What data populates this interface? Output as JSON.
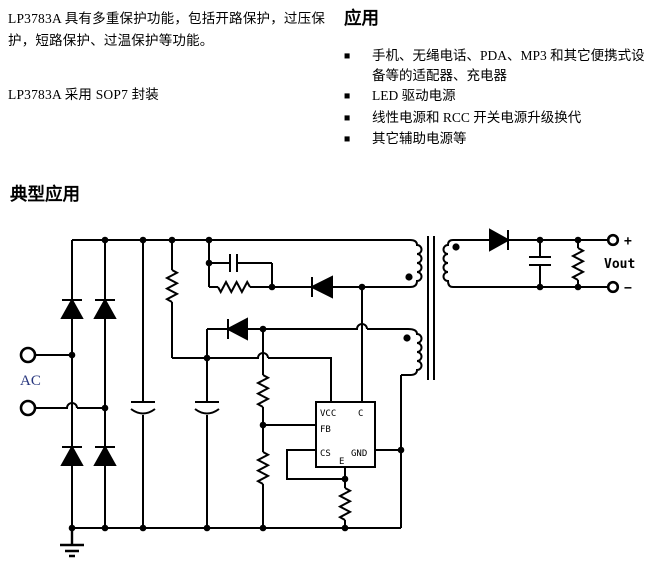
{
  "intro": {
    "para1": "LP3783A 具有多重保护功能，包括开路保护，过压保护，短路保护、过温保护等功能。",
    "para2": "LP3783A 采用 SOP7 封装"
  },
  "applications": {
    "heading": "应用",
    "bullet": "■",
    "items": [
      "手机、无绳电话、PDA、MP3 和其它便携式设备等的适配器、充电器",
      "LED 驱动电源",
      "线性电源和 RCC 开关电源升级换代",
      "其它辅助电源等"
    ]
  },
  "schematic": {
    "heading": "典型应用",
    "labels": {
      "ac": "AC",
      "vout": "Vout",
      "out_plus": "+",
      "out_minus": "−",
      "pin_vcc": "VCC",
      "pin_c": "C",
      "pin_fb": "FB",
      "pin_cs": "CS",
      "pin_gnd": "GND",
      "pin_e": "E"
    },
    "colors": {
      "wire": "#000000",
      "ac_label": "#26357d"
    }
  }
}
